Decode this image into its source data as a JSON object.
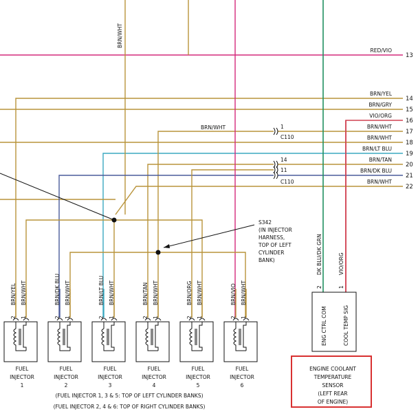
{
  "colors": {
    "brn": "#b8933a",
    "red_vio": "#d4287a",
    "dk_blu": "#4a5a9a",
    "lt_blu": "#3aa8c0",
    "dk_grn": "#1f9060",
    "vio_org": "#d04050",
    "highlight": "#d83030"
  },
  "top_wire_label": "BRN/WHT",
  "right_wires": [
    {
      "label": "RED/VIO",
      "num": "13"
    },
    {
      "label": "BRN/YEL",
      "num": "14"
    },
    {
      "label": "BRN/GRY",
      "num": "15"
    },
    {
      "label": "VIO/ORG",
      "num": "16"
    },
    {
      "label": "BRN/WHT",
      "num": "17"
    },
    {
      "label": "BRN/WHT",
      "num": "18"
    },
    {
      "label": "BRN/LT BLU",
      "num": "19"
    },
    {
      "label": "BRN/TAN",
      "num": "20"
    },
    {
      "label": "BRN/DK BLU",
      "num": "21"
    },
    {
      "label": "BRN/WHT",
      "num": "22"
    }
  ],
  "connector_labels": {
    "c1_pin": "1",
    "c1_name": "C110",
    "c1_wire": "BRN/WHT",
    "c2_pin_a": "14",
    "c2_pin_b": "11",
    "c2_name": "C110"
  },
  "splice": {
    "id": "S342",
    "lines": [
      "(IN INJECTOR",
      "HARNESS,",
      "TOP OF LEFT",
      "CYLINDER",
      "BANK)"
    ]
  },
  "injectors": [
    {
      "wire2": "BRN/YEL",
      "wire1": "BRN/WHT",
      "line1": "FUEL",
      "line2": "INJECTOR",
      "line3": "1"
    },
    {
      "wire2": "BRN/DK BLU",
      "wire1": "BRN/WHT",
      "line1": "FUEL",
      "line2": "INJECTOR",
      "line3": "2"
    },
    {
      "wire2": "BRN/LT BLU",
      "wire1": "BRN/WHT",
      "line1": "FUEL",
      "line2": "INJECTOR",
      "line3": "3"
    },
    {
      "wire2": "BRN/TAN",
      "wire1": "BRN/WHT",
      "line1": "FUEL",
      "line2": "INJECTOR",
      "line3": "4"
    },
    {
      "wire2": "BRN/ORG",
      "wire1": "BRN/WHT",
      "line1": "FUEL",
      "line2": "INJECTOR",
      "line3": "5"
    },
    {
      "wire2": "BRN/VIO",
      "wire1": "BRN/WHT",
      "line1": "FUEL",
      "line2": "INJECTOR",
      "line3": "6"
    }
  ],
  "pin_numbers": {
    "a": "2",
    "b": "1"
  },
  "sensor": {
    "wire2": "DK BLU/DK GRN",
    "wire1": "VIO/ORG",
    "pin2_label": "ENG CTRL COM",
    "pin1_label": "COOL TEMP SIG",
    "title_lines": [
      "ENGINE COOLANT",
      "TEMPERATURE",
      "SENSOR",
      "(LEFT REAR",
      "OF ENGINE)"
    ]
  },
  "footnotes": [
    "(FUEL INJECTOR 1, 3 & 5: TOP OF LEFT CYLINDER BANKS)",
    "(FUEL INJECTOR 2, 4 & 6: TOP OF RIGHT CYLINDER BANKS)"
  ]
}
